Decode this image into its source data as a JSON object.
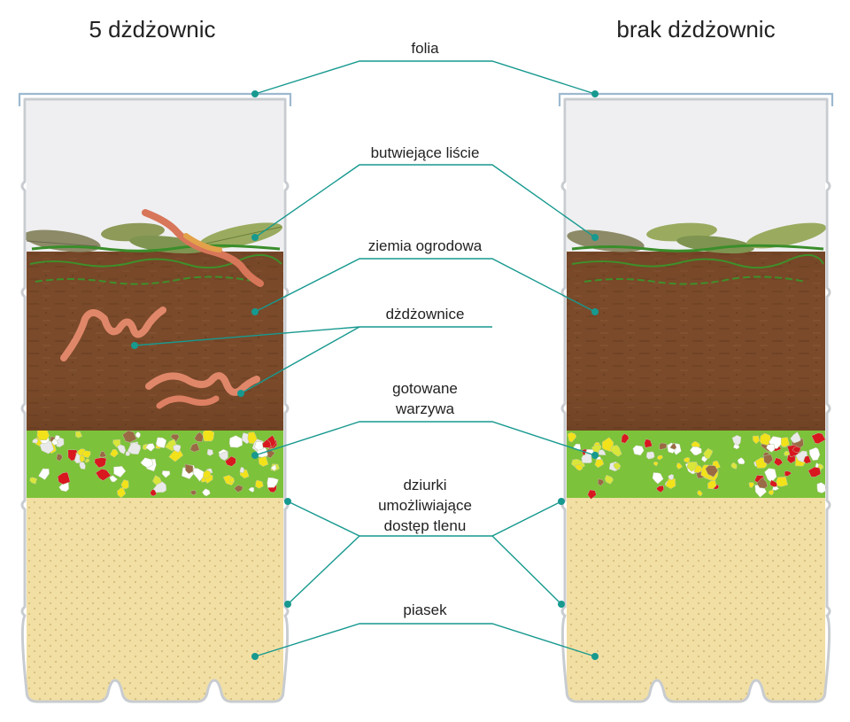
{
  "titles": {
    "left": "5 dżdżownic",
    "right": "brak dżdżownic"
  },
  "labels": {
    "foil": "folia",
    "leaves": "butwiejące liście",
    "soil": "ziemia ogrodowa",
    "worms": "dżdżownice",
    "vegetables_line1": "gotowane",
    "vegetables_line2": "warzywa",
    "holes_line1": "dziurki",
    "holes_line2": "umożliwiające",
    "holes_line3": "dostęp tlenu",
    "sand": "piasek"
  },
  "containers": [
    {
      "id": "left",
      "worm_count": 5
    },
    {
      "id": "right",
      "worm_count": 0
    }
  ],
  "colors": {
    "leader": "#17998f",
    "soil": "#7a4a2a",
    "sand": "#f1dfa4",
    "vegetable_base": "#7cc23a",
    "worm": "#e0876a",
    "leaf": "#8d9a58",
    "air": "#efeff1"
  }
}
